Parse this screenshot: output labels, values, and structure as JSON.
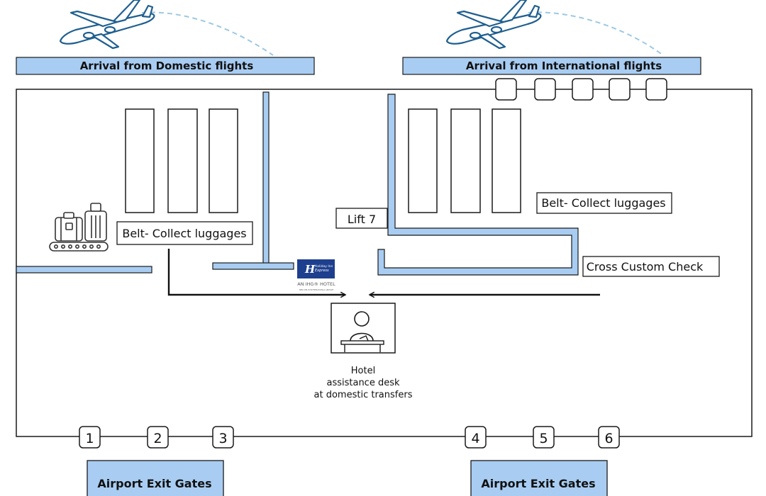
{
  "headers": {
    "domestic": "Arrival from Domestic flights",
    "international": "Arrival from International flights"
  },
  "labels": {
    "belt_left": "Belt- Collect luggages",
    "belt_right": "Belt- Collect luggages",
    "lift": "Lift 7",
    "customs": "Cross Custom Check"
  },
  "hotel_logo": {
    "brand_line1": "Holiday Inn",
    "brand_line2": "Express",
    "group": "AN IHG® HOTEL",
    "location": "NEW DELHI INTERNATIONAL AIRPORT"
  },
  "desk": {
    "line1": "Hotel",
    "line2": "assistance desk",
    "line3": "at domestic transfers"
  },
  "gates": [
    "1",
    "2",
    "3",
    "4",
    "5",
    "6"
  ],
  "exits": {
    "left": "Airport Exit Gates",
    "right": "Airport Exit Gates"
  },
  "icons": {
    "airplane": "airplane-icon",
    "luggage": "luggage-conveyor-icon",
    "desk": "reception-desk-icon",
    "logo": "holiday-inn-express-logo"
  },
  "colors": {
    "wall_fill": "#a9cdf2",
    "header_fill": "#a9cdf2",
    "outline": "#1a1a1a",
    "plane_stroke": "#1f5f8f",
    "plane_trail": "#9cc8e3",
    "logo_blue": "#1d3f8e"
  }
}
